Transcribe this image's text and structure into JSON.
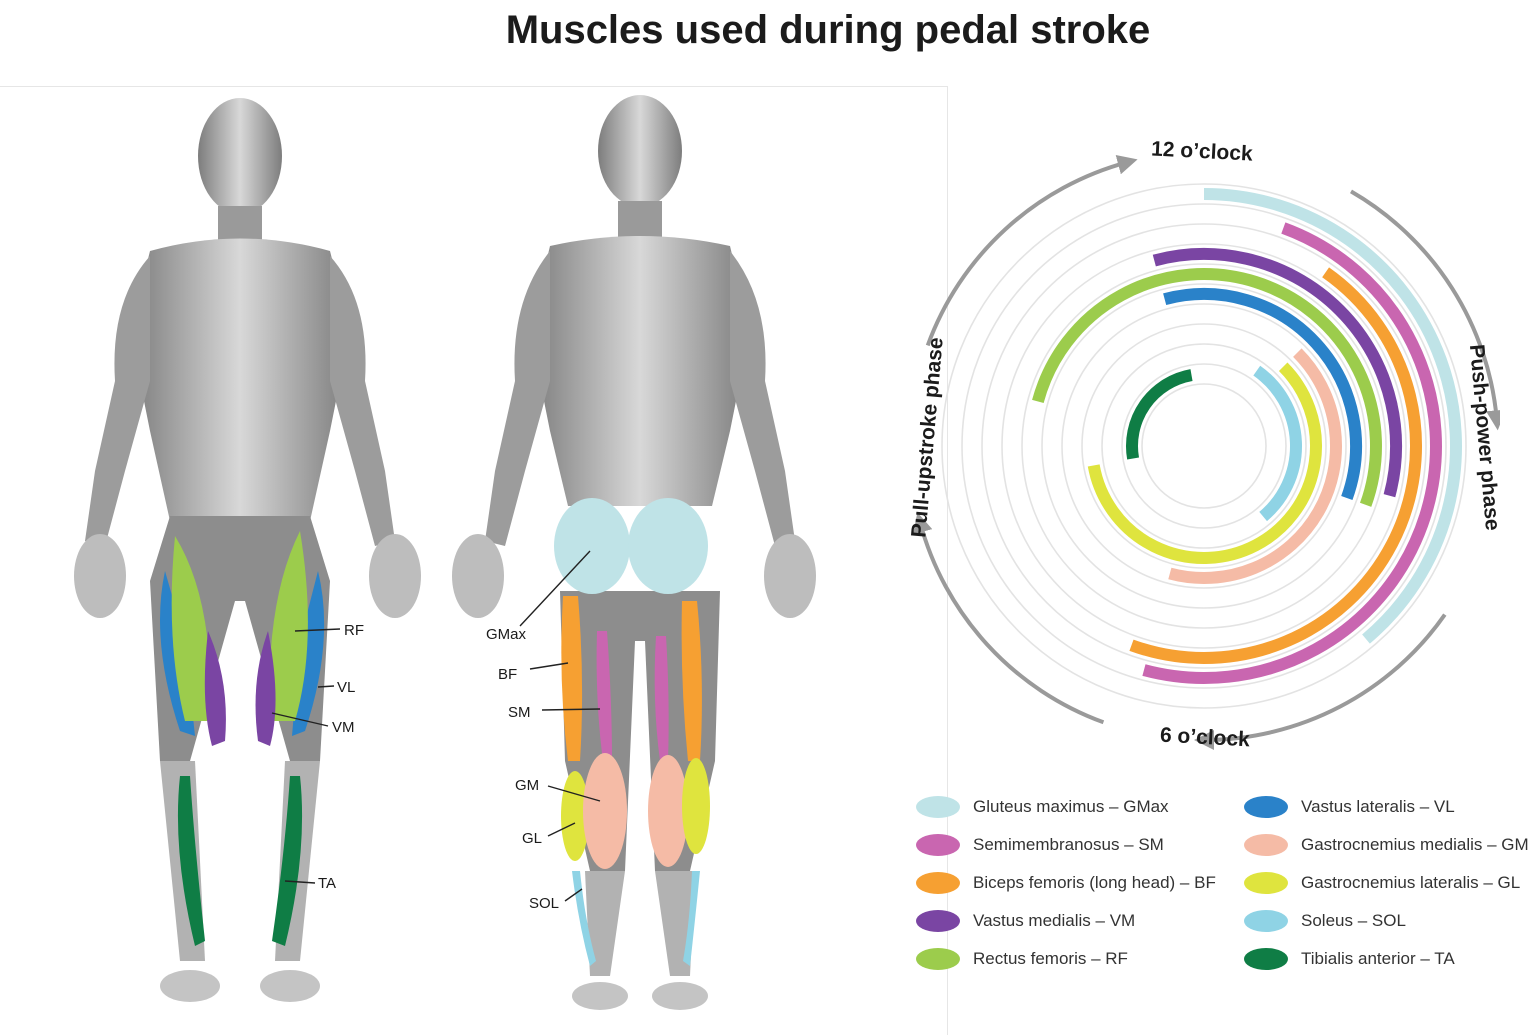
{
  "title": "Muscles used during pedal stroke",
  "figure_labels": {
    "rf": "RF",
    "vl": "VL",
    "vm": "VM",
    "ta": "TA",
    "gmax": "GMax",
    "bf": "BF",
    "sm": "SM",
    "gm": "GM",
    "gl": "GL",
    "sol": "SOL"
  },
  "clock": {
    "top": "12 o’clock",
    "bottom": "6 o’clock",
    "right": "Push-power phase",
    "left": "Pull-upstroke phase"
  },
  "colors": {
    "gmax": "#bfe3e7",
    "sm": "#c966b0",
    "bf": "#f6a032",
    "vm": "#7a45a3",
    "rf": "#9ccc4c",
    "vl": "#2a82c9",
    "gm": "#f5bba6",
    "gl": "#dfe43e",
    "sol": "#8fd3e5",
    "ta": "#0f7d45",
    "ring": "#e3e3e3",
    "arrow": "#9a9a9a"
  },
  "legend": [
    {
      "key": "gmax",
      "label": "Gluteus maximus – GMax"
    },
    {
      "key": "sm",
      "label": "Semimembranosus – SM"
    },
    {
      "key": "bf",
      "label": "Biceps femoris (long head) – BF"
    },
    {
      "key": "vm",
      "label": "Vastus medialis – VM"
    },
    {
      "key": "rf",
      "label": "Rectus femoris – RF"
    },
    {
      "key": "vl",
      "label": "Vastus lateralis – VL"
    },
    {
      "key": "gm",
      "label": "Gastrocnemius medialis – GM"
    },
    {
      "key": "gl",
      "label": "Gastrocnemius lateralis – GL"
    },
    {
      "key": "sol",
      "label": "Soleus – SOL"
    },
    {
      "key": "ta",
      "label": "Tibialis anterior – TA"
    }
  ],
  "activation": [
    {
      "key": "gmax",
      "ring": 1,
      "start_deg": 0,
      "end_deg": 140
    },
    {
      "key": "sm",
      "ring": 2,
      "start_deg": 20,
      "end_deg": 195
    },
    {
      "key": "bf",
      "ring": 3,
      "start_deg": 35,
      "end_deg": 200
    },
    {
      "key": "vm",
      "ring": 4,
      "start_deg": 345,
      "end_deg": 105
    },
    {
      "key": "rf",
      "ring": 5,
      "start_deg": 285,
      "end_deg": 110
    },
    {
      "key": "vl",
      "ring": 6,
      "start_deg": 345,
      "end_deg": 110
    },
    {
      "key": "gm",
      "ring": 7,
      "start_deg": 45,
      "end_deg": 195
    },
    {
      "key": "gl",
      "ring": 8,
      "start_deg": 45,
      "end_deg": 260
    },
    {
      "key": "sol",
      "ring": 9,
      "start_deg": 35,
      "end_deg": 140
    },
    {
      "key": "ta",
      "ring": 10,
      "start_deg": 260,
      "end_deg": 350
    }
  ]
}
